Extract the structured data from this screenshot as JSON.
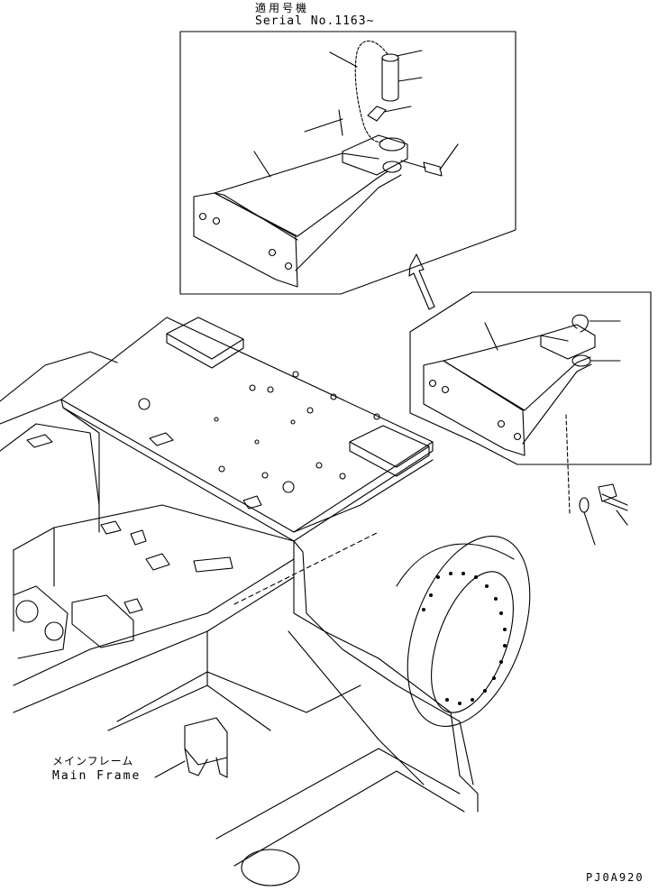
{
  "labels": {
    "applicable_models": "適用号機",
    "serial": "Serial No.1163~",
    "main_frame_jp": "メインフレーム",
    "main_frame_en": "Main Frame",
    "drawing_code": "PJ0A920"
  }
}
